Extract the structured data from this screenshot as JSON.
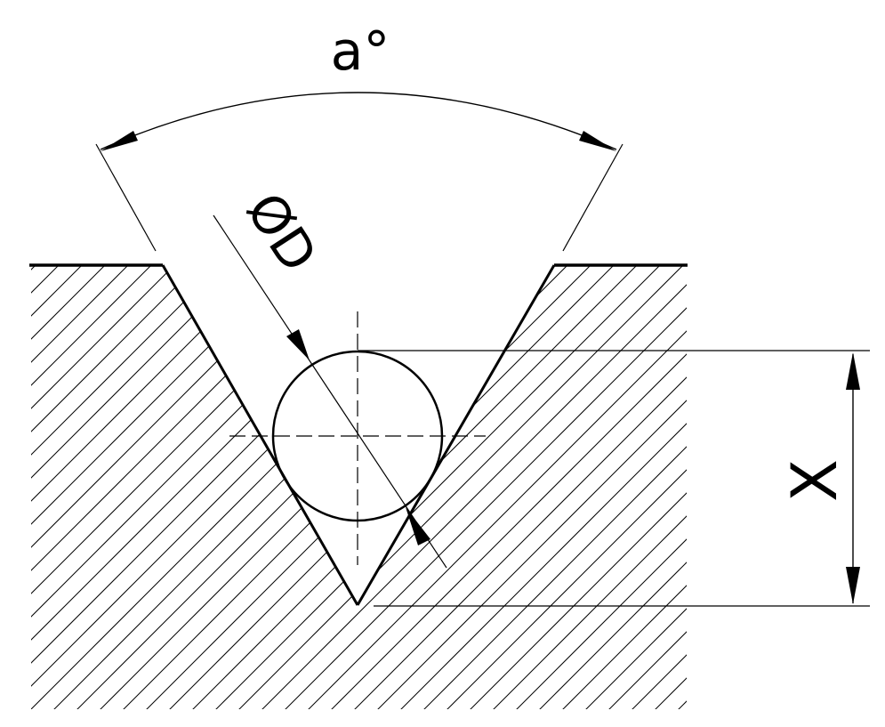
{
  "labels": {
    "angle": "a°",
    "diameter": "ØD",
    "height": "X"
  },
  "colors": {
    "line": "#000000",
    "background": "#ffffff"
  }
}
